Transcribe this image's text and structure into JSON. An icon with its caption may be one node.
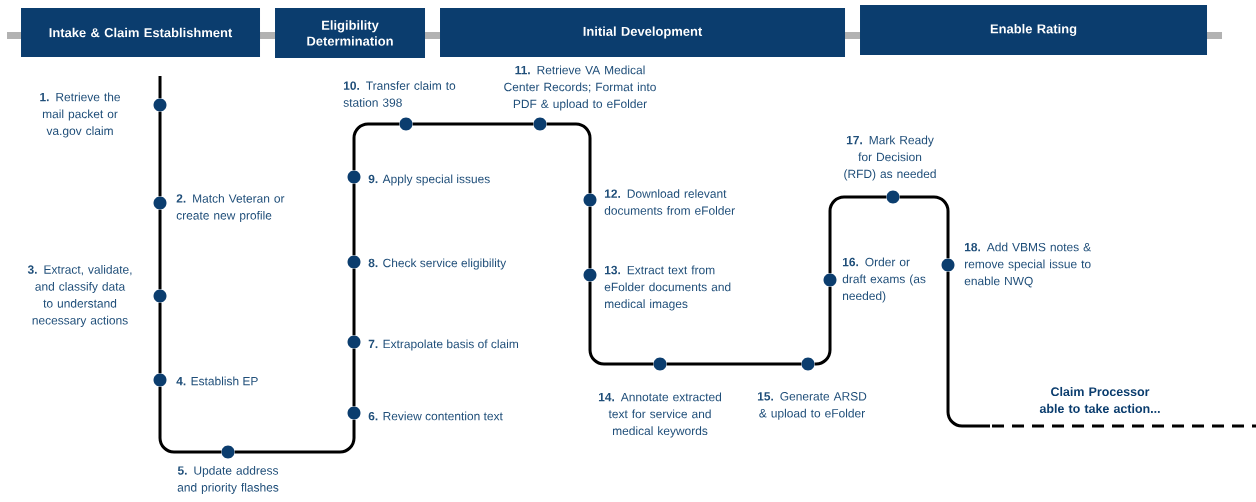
{
  "diagram": {
    "nodes": [
      {
        "text": [
          "Intake & Claim Establishment"
        ]
      },
      {
        "text": [
          "Eligibility Determination"
        ]
      },
      {
        "text": [
          "Initial Development"
        ]
      },
      {
        "text": [
          "Enable Rating"
        ]
      },
      {
        "text": [],
        "shape": "circle",
        "beside": [
          "**1.** Retrieve the mail packet or va.gov claim"
        ]
      },
      {
        "text": [],
        "shape": "circle",
        "beside": [
          "**2.** Match Veteran or create new profile"
        ]
      },
      {
        "text": [],
        "shape": "circle",
        "beside": [
          "**3.** Extract, validate, and classify data to understand necessary actions"
        ]
      },
      {
        "text": [],
        "shape": "circle",
        "beside": [
          "**4.** Establish EP"
        ]
      },
      {
        "text": [],
        "shape": "circle",
        "beside": [
          "**5.** Update address and priority flashes"
        ]
      },
      {
        "text": [],
        "shape": "circle",
        "beside": [
          "**6.** Review contention text"
        ]
      },
      {
        "text": [],
        "shape": "circle",
        "beside": [
          "**7.** Extrapolate basis of claim"
        ]
      },
      {
        "text": [],
        "shape": "circle",
        "beside": [
          "**8.** Check service eligibility"
        ]
      },
      {
        "text": [],
        "shape": "circle",
        "beside": [
          "**9.** Apply special issues"
        ]
      },
      {
        "text": [],
        "shape": "circle",
        "beside": [
          "**10.** Transfer claim to station 398"
        ]
      },
      {
        "text": [],
        "shape": "circle",
        "beside": [
          "**11.** Retrieve VA Medical Center Records; Format into PDF & upload to eFolder"
        ]
      },
      {
        "text": [],
        "shape": "circle",
        "beside": [
          "**12.** Download relevant documents from eFolder"
        ]
      },
      {
        "text": [],
        "shape": "circle",
        "beside": [
          "**13.** Extract text from eFolder documents and medical images"
        ]
      },
      {
        "text": [],
        "shape": "circle",
        "beside": [
          "**14.** Annotate extracted text for service and medical keywords"
        ]
      },
      {
        "text": [],
        "shape": "circle",
        "beside": [
          "**15.** Generate ARSD & upload to eFolder"
        ]
      },
      {
        "text": [],
        "shape": "circle",
        "beside": [
          "**16.** Order or draft exams (as needed)"
        ]
      },
      {
        "text": [],
        "shape": "circle",
        "beside": [
          "**17.** Mark Ready for Decision (RFD) as needed"
        ]
      },
      {
        "text": [],
        "shape": "circle",
        "beside": [
          "**18.** Add VBMS notes & remove special issue to enable NWQ"
        ]
      }
    ],
    "edges": [
      {
        "from": null,
        "to": 4,
        "arrow": "none"
      },
      {
        "from": 4,
        "to": 5,
        "arrow": "none"
      },
      {
        "from": 5,
        "to": 6,
        "arrow": "none"
      },
      {
        "from": 6,
        "to": 7,
        "arrow": "none"
      },
      {
        "from": 7,
        "to": 8,
        "arrow": "none"
      },
      {
        "from": 8,
        "to": 9,
        "arrow": "none"
      },
      {
        "from": 9,
        "to": 10,
        "arrow": "none"
      },
      {
        "from": 10,
        "to": 11,
        "arrow": "none"
      },
      {
        "from": 11,
        "to": 12,
        "arrow": "none"
      },
      {
        "from": 12,
        "to": 13,
        "arrow": "none"
      },
      {
        "from": 13,
        "to": 14,
        "arrow": "none"
      },
      {
        "from": 14,
        "to": 15,
        "arrow": "none"
      },
      {
        "from": 15,
        "to": 16,
        "arrow": "none"
      },
      {
        "from": 16,
        "to": 17,
        "arrow": "none"
      },
      {
        "from": 17,
        "to": 18,
        "arrow": "none"
      },
      {
        "from": 18,
        "to": 19,
        "arrow": "none"
      },
      {
        "from": 19,
        "to": 20,
        "arrow": "none"
      },
      {
        "from": 20,
        "to": 21,
        "arrow": "none"
      },
      {
        "from": 21,
        "to": null,
        "arrow": "none"
      }
    ],
    "labels": [
      "Claim Processor able to take action..."
    ]
  }
}
